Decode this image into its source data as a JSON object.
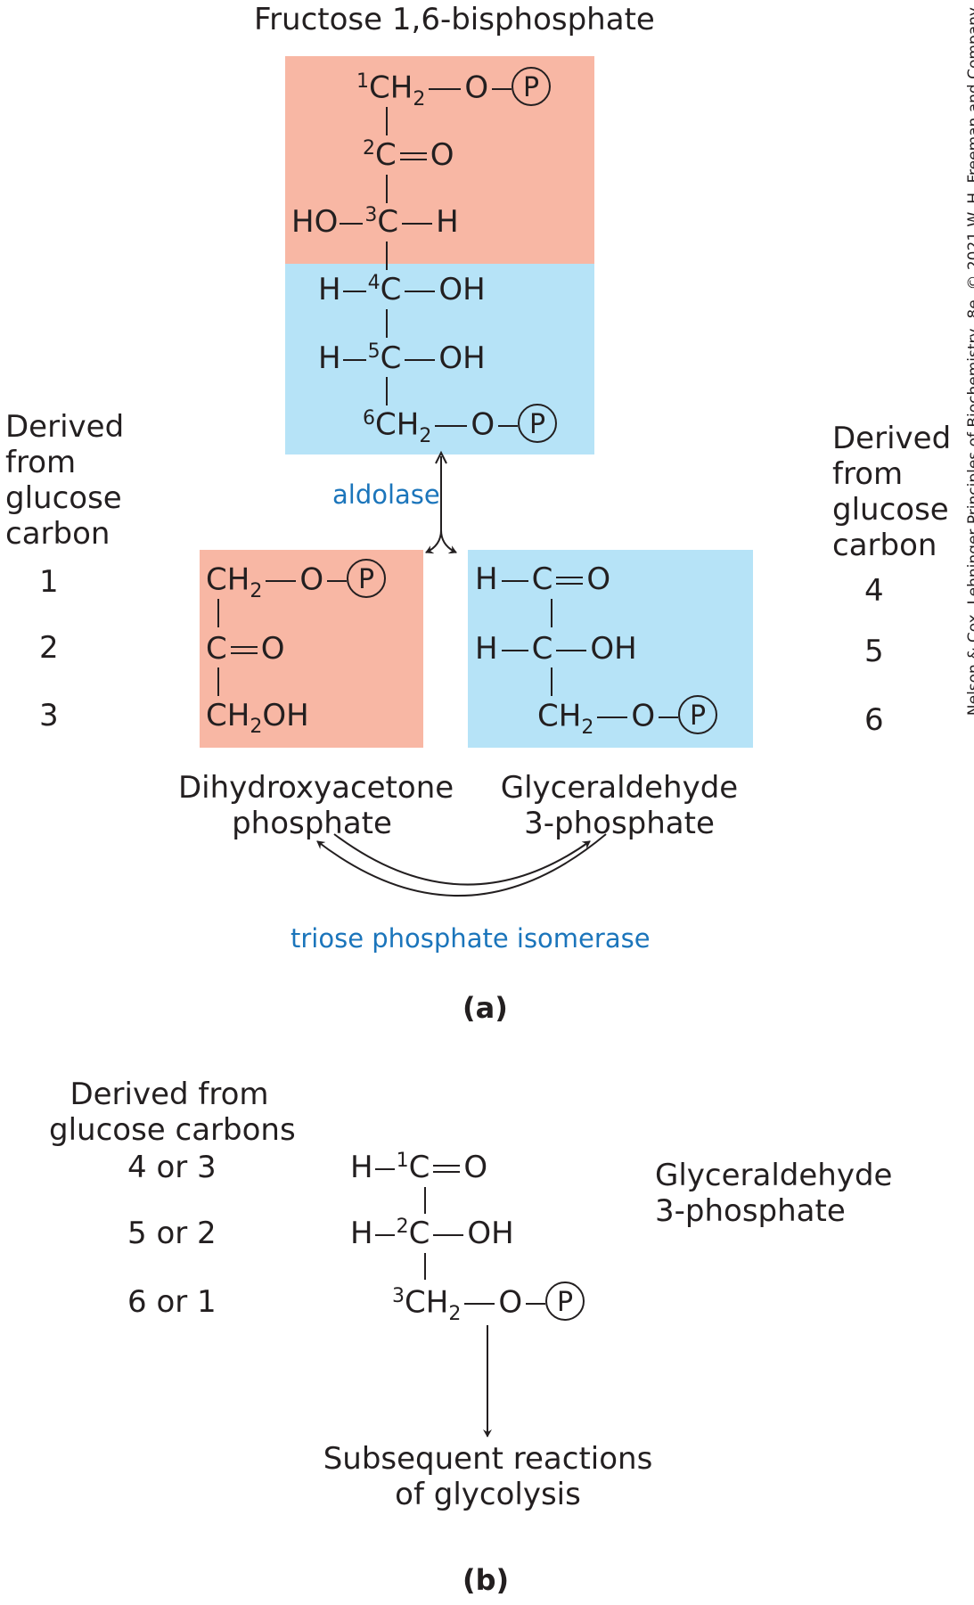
{
  "part_a": {
    "top_title": "Fructose 1,6-bisphosphate",
    "fbp": {
      "c1": {
        "num": "1",
        "text": "CH",
        "sub": "2",
        "tail": "O",
        "p": "P"
      },
      "c2": {
        "num": "2",
        "text": "C",
        "right": "O"
      },
      "c3": {
        "num": "3",
        "left": "HO",
        "text": "C",
        "right": "H"
      },
      "c4": {
        "num": "4",
        "left": "H",
        "text": "C",
        "right": "OH"
      },
      "c5": {
        "num": "5",
        "left": "H",
        "text": "C",
        "right": "OH"
      },
      "c6": {
        "num": "6",
        "text": "CH",
        "sub": "2",
        "tail": "O",
        "p": "P"
      }
    },
    "left_header": [
      "Derived",
      "from",
      "glucose",
      "carbon"
    ],
    "left_numbers": [
      "1",
      "2",
      "3"
    ],
    "right_header": [
      "Derived",
      "from",
      "glucose",
      "carbon"
    ],
    "right_numbers": [
      "4",
      "5",
      "6"
    ],
    "enzyme_aldolase": "aldolase",
    "dhap": {
      "line1": {
        "text": "CH",
        "sub": "2",
        "tail": "O",
        "p": "P"
      },
      "line2": {
        "text": "C",
        "right": "O"
      },
      "line3": {
        "text": "CH",
        "sub": "2",
        "tail": "OH"
      },
      "name_line1": "Dihydroxyacetone",
      "name_line2": "phosphate"
    },
    "g3p": {
      "line1": {
        "left": "H",
        "text": "C",
        "right": "O"
      },
      "line2": {
        "left": "H",
        "text": "C",
        "right": "OH"
      },
      "line3": {
        "text": "CH",
        "sub": "2",
        "tail": "O",
        "p": "P"
      },
      "name_line1": "Glyceraldehyde",
      "name_line2": "3-phosphate"
    },
    "enzyme_tpi": "triose phosphate isomerase",
    "label": "(a)"
  },
  "part_b": {
    "header_line1": "Derived from",
    "header_line2": "glucose carbons",
    "rows": [
      "4 or 3",
      "5 or 2",
      "6 or 1"
    ],
    "g3p": {
      "line1": {
        "num": "1",
        "left": "H",
        "text": "C",
        "right": "O"
      },
      "line2": {
        "num": "2",
        "left": "H",
        "text": "C",
        "right": "OH"
      },
      "line3": {
        "num": "3",
        "text": "CH",
        "sub": "2",
        "tail": "O",
        "p": "P"
      }
    },
    "name_line1": "Glyceraldehyde",
    "name_line2": "3-phosphate",
    "next_line1": "Subsequent reactions",
    "next_line2": "of glycolysis",
    "label": "(b)"
  },
  "credit": "Nelson & Cox, Lehninger Principles of Biochemistry, 8e, © 2021 W. H. Freeman and Company",
  "colors": {
    "salmon": "#f8b7a4",
    "blue": "#b6e3f7",
    "enzyme": "#1b75bb",
    "ink": "#231f20"
  }
}
